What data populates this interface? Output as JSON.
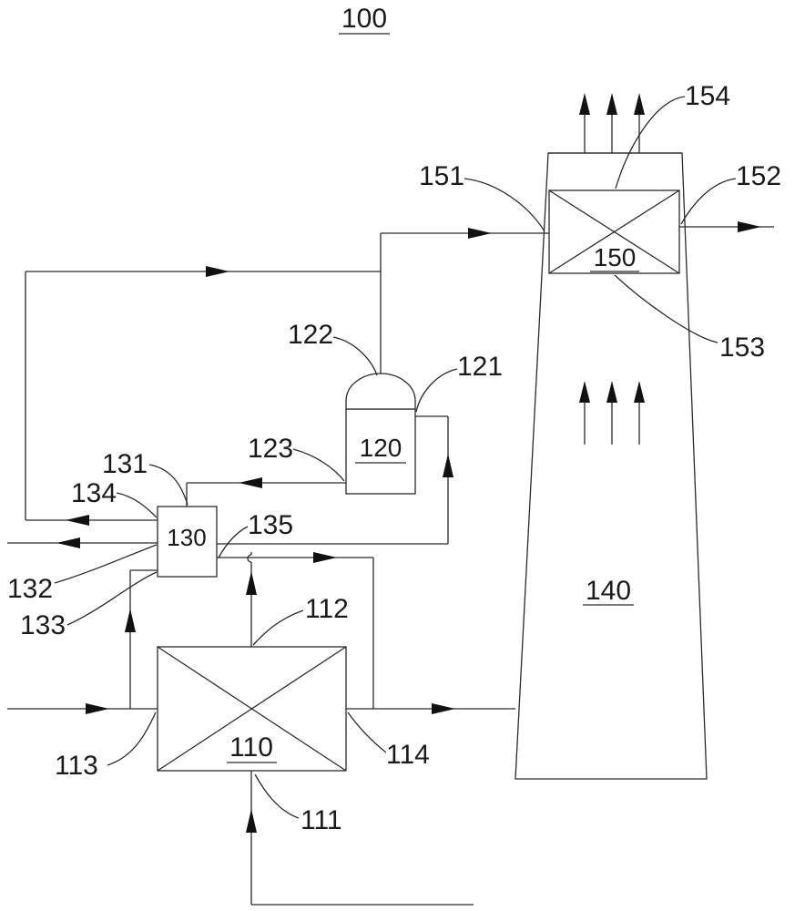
{
  "figure_label": "100",
  "units": {
    "u110": "110",
    "u120": "120",
    "u130": "130",
    "u140": "140",
    "u150": "150"
  },
  "refs": {
    "r111": "111",
    "r112": "112",
    "r113": "113",
    "r114": "114",
    "r121": "121",
    "r122": "122",
    "r123": "123",
    "r131": "131",
    "r132": "132",
    "r133": "133",
    "r134": "134",
    "r135": "135",
    "r151": "151",
    "r152": "152",
    "r153": "153",
    "r154": "154"
  }
}
